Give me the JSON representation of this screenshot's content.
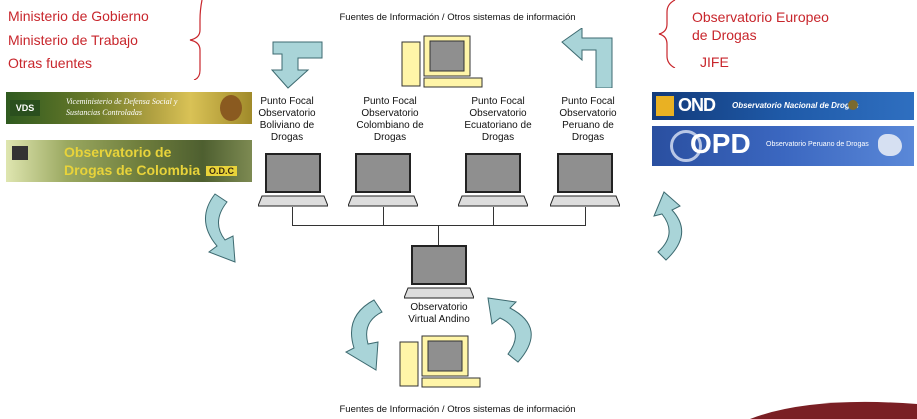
{
  "sources_left": [
    "Ministerio de Gobierno",
    "Ministerio de Trabajo",
    "Otras fuentes"
  ],
  "sources_right": [
    "Observatorio  Europeo",
    "de Drogas",
    "JIFE"
  ],
  "top_caption": "Fuentes de Información / Otros sistemas de información",
  "bottom_caption": "Fuentes de Información / Otros sistemas de información",
  "focal_points": [
    {
      "line1": "Punto Focal",
      "line2": "Observatorio",
      "line3": "Boliviano de",
      "line4": "Drogas"
    },
    {
      "line1": "Punto Focal",
      "line2": "Observatorio",
      "line3": "Colombiano de",
      "line4": "Drogas"
    },
    {
      "line1": "Punto Focal",
      "line2": "Observatorio",
      "line3": "Ecuatoriano de",
      "line4": "Drogas"
    },
    {
      "line1": "Punto Focal",
      "line2": "Observatorio",
      "line3": "Peruano de",
      "line4": "Drogas"
    }
  ],
  "central_node": {
    "line1": "Observatorio",
    "line2": "Virtual Andino"
  },
  "banners": {
    "bolivia_text": "Viceministerio de Defensa Social y Sustancias Controladas",
    "bolivia_logo": "VDS",
    "colombia_text1": "Observatorio de",
    "colombia_text2": "Drogas de Colombia",
    "colombia_badge": "O.D.C",
    "ond_logo": "OND",
    "ond_text": "Observatorio Nacional de Drogas",
    "opd_logo": "OPD",
    "opd_text": "Observatorio Peruano de Drogas"
  },
  "colors": {
    "accent_red": "#c8262c",
    "arrow_fill": "#a9d4d8",
    "arrow_stroke": "#3d6a70",
    "screen": "#8f8f8f",
    "bezel": "#fff5a8"
  }
}
